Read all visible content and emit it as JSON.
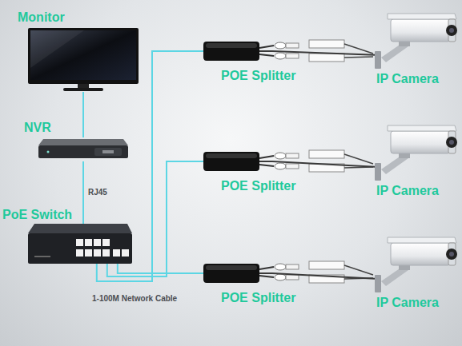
{
  "diagram": {
    "nodes": [
      {
        "text": [
          "Monitor"
        ]
      },
      {
        "text": [
          "NVR"
        ]
      },
      {
        "text": [
          "PoE Switch"
        ]
      },
      {
        "text": [
          "POE Splitter"
        ]
      },
      {
        "text": [
          "IP Camera"
        ]
      },
      {
        "text": [
          "POE Splitter"
        ]
      },
      {
        "text": [
          "IP Camera"
        ]
      },
      {
        "text": [
          "POE Splitter"
        ]
      },
      {
        "text": [
          "IP Camera"
        ]
      }
    ],
    "edges": [
      {
        "from": 0,
        "to": 1,
        "arrow": "none"
      },
      {
        "from": 1,
        "to": 2,
        "label": "RJ45",
        "arrow": "none"
      },
      {
        "from": 2,
        "to": 3,
        "arrow": "none"
      },
      {
        "from": 2,
        "to": 5,
        "arrow": "none"
      },
      {
        "from": 2,
        "to": 7,
        "arrow": "none"
      },
      {
        "from": 3,
        "to": 4,
        "arrow": "none"
      },
      {
        "from": 5,
        "to": 6,
        "arrow": "none"
      },
      {
        "from": 7,
        "to": 8,
        "arrow": "none"
      }
    ],
    "labels": [
      "1-100M Network Cable"
    ]
  }
}
